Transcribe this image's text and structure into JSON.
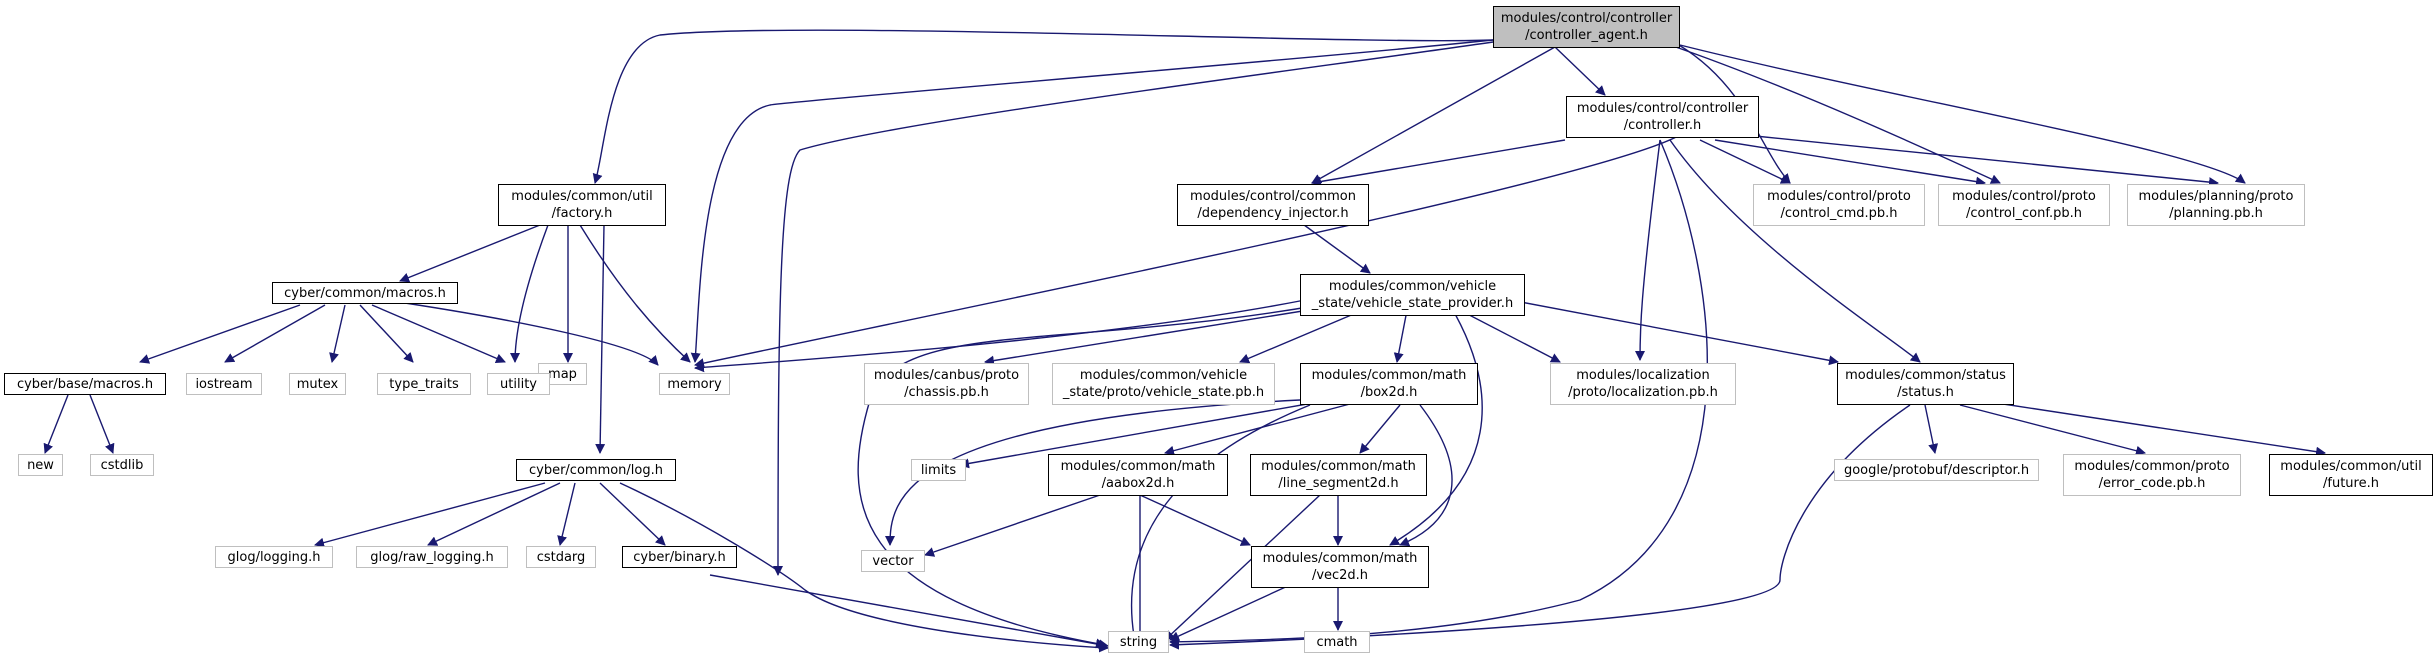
{
  "colors": {
    "edge": "#191970",
    "documented_border": "#000000",
    "external_border": "#bfbfbf",
    "root_fill": "#bfbfbf"
  },
  "nodes": {
    "controller_agent": "modules/control/controller\n/controller_agent.h",
    "controller": "modules/control/controller\n/controller.h",
    "factory": "modules/common/util\n/factory.h",
    "dependency_injector": "modules/control/common\n/dependency_injector.h",
    "control_cmd": "modules/control/proto\n/control_cmd.pb.h",
    "control_conf": "modules/control/proto\n/control_conf.pb.h",
    "planning": "modules/planning/proto\n/planning.pb.h",
    "cyber_macros": "cyber/common/macros.h",
    "map": "map",
    "vehicle_state_provider": "modules/common/vehicle\n_state/vehicle_state_provider.h",
    "base_macros": "cyber/base/macros.h",
    "iostream": "iostream",
    "mutex": "mutex",
    "type_traits": "type_traits",
    "utility": "utility",
    "memory": "memory",
    "chassis": "modules/canbus/proto\n/chassis.pb.h",
    "vehicle_state_pb": "modules/common/vehicle\n_state/proto/vehicle_state.pb.h",
    "box2d": "modules/common/math\n/box2d.h",
    "localization": "modules/localization\n/proto/localization.pb.h",
    "status": "modules/common/status\n/status.h",
    "new": "new",
    "cstdlib": "cstdlib",
    "log": "cyber/common/log.h",
    "limits": "limits",
    "aabox2d": "modules/common/math\n/aabox2d.h",
    "line_segment2d": "modules/common/math\n/line_segment2d.h",
    "descriptor": "google/protobuf/descriptor.h",
    "error_code": "modules/common/proto\n/error_code.pb.h",
    "future": "modules/common/util\n/future.h",
    "glog_logging": "glog/logging.h",
    "glog_raw_logging": "glog/raw_logging.h",
    "cstdarg": "cstdarg",
    "binary": "cyber/binary.h",
    "vector": "vector",
    "vec2d": "modules/common/math\n/vec2d.h",
    "string": "string",
    "cmath": "cmath"
  }
}
